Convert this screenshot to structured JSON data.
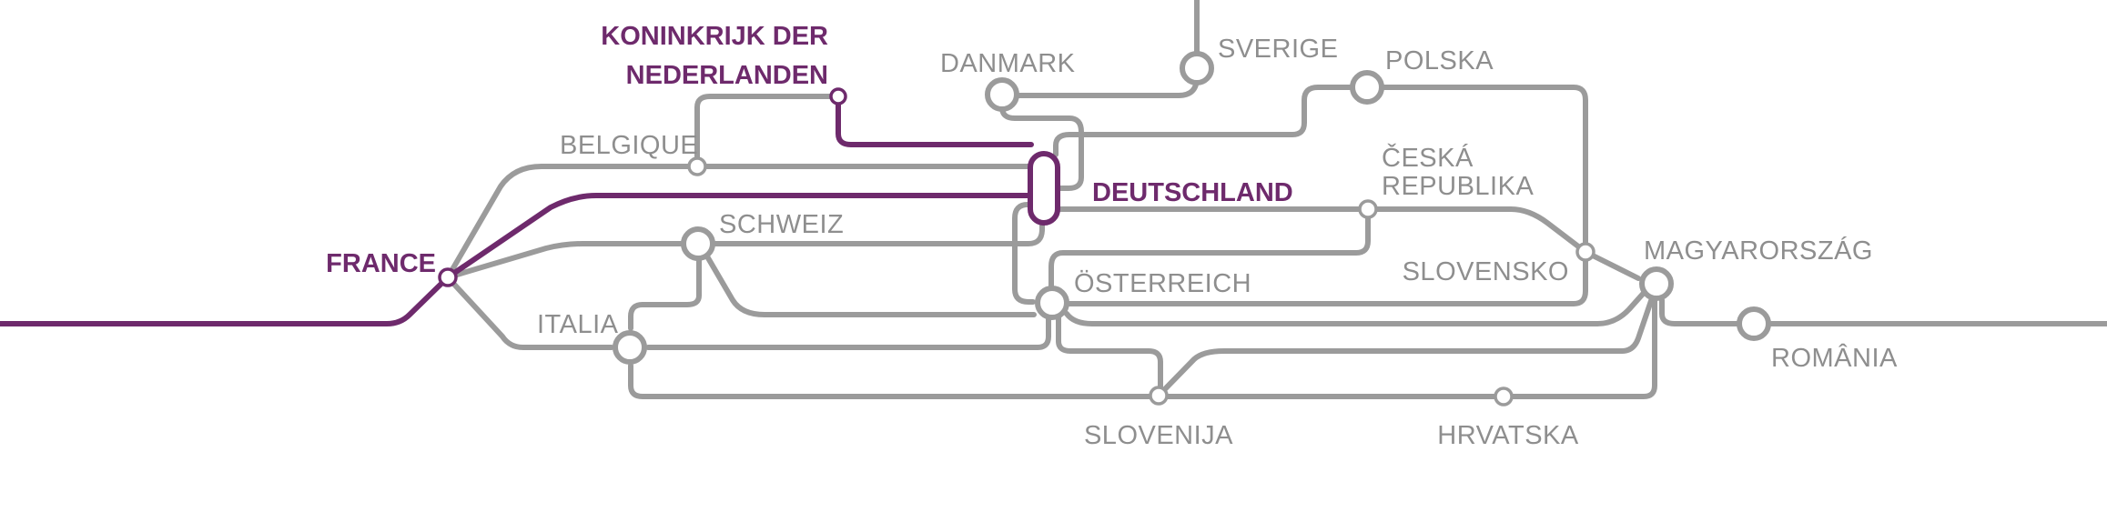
{
  "colors": {
    "network": "#9b9b9b",
    "highlight": "#6e2a6c",
    "label": "#8e8e8e"
  },
  "countries": {
    "netherlands_line1": "KONINKRIJK DER",
    "netherlands_line2": "NEDERLANDEN",
    "danmark": "DANMARK",
    "sverige": "SVERIGE",
    "polska": "POLSKA",
    "belgique": "BELGIQUE",
    "deutschland": "DEUTSCHLAND",
    "ceska_line1": "ČESKÁ",
    "ceska_line2": "REPUBLIKA",
    "schweiz": "SCHWEIZ",
    "france": "FRANCE",
    "osterreich": "ÖSTERREICH",
    "slovensko": "SLOVENSKO",
    "magyarorszag": "MAGYARORSZÁG",
    "italia": "ITALIA",
    "romania": "ROMÂNIA",
    "slovenija": "SLOVENIJA",
    "hrvatska": "HRVATSKA"
  }
}
